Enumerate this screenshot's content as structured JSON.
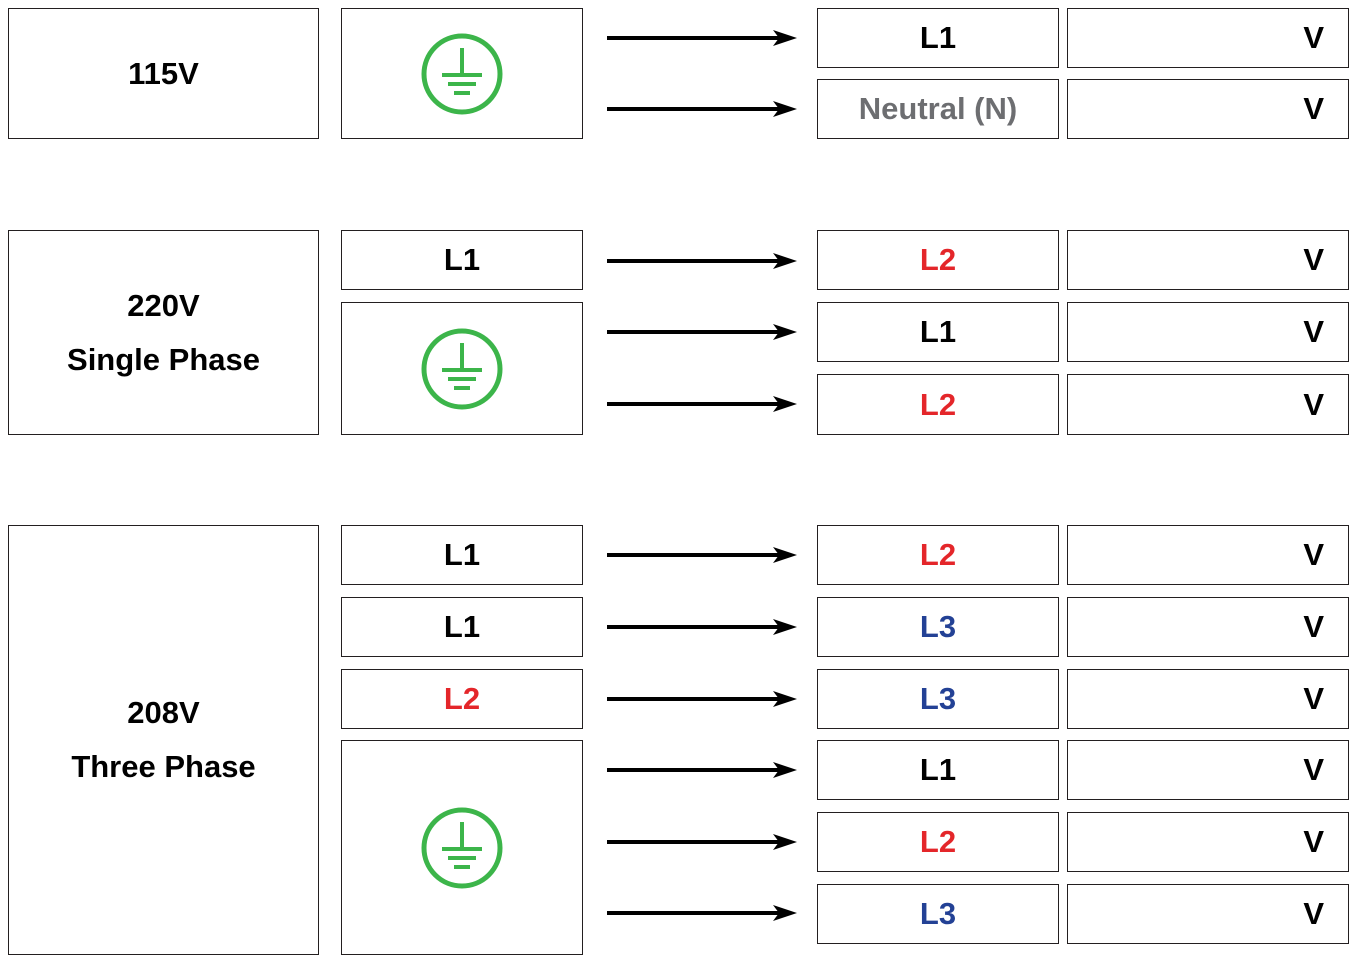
{
  "colors": {
    "L1": "#000000",
    "L2": "#e4262a",
    "L3": "#234195",
    "N": "#6d6e71",
    "ground": "#3cb54a",
    "border": "#231f20"
  },
  "icons": {
    "ground": "ground-symbol-icon",
    "arrow": "right-arrow-icon"
  },
  "sections": [
    {
      "id": "115v",
      "title": "115V",
      "subtitle": "",
      "sources": [
        "ground"
      ],
      "rows": [
        {
          "target": "L1",
          "value": "V"
        },
        {
          "target": "Neutral (N)",
          "value": "V"
        }
      ]
    },
    {
      "id": "220v",
      "title": "220V",
      "subtitle": "Single Phase",
      "sources": [
        "L1",
        "ground"
      ],
      "rows": [
        {
          "target": "L2",
          "value": "V"
        },
        {
          "target": "L1",
          "value": "V"
        },
        {
          "target": "L2",
          "value": "V"
        }
      ]
    },
    {
      "id": "208v",
      "title": "208V",
      "subtitle": "Three Phase",
      "sources": [
        "L1",
        "L1",
        "L2",
        "ground"
      ],
      "rows": [
        {
          "target": "L2",
          "value": "V"
        },
        {
          "target": "L3",
          "value": "V"
        },
        {
          "target": "L3",
          "value": "V"
        },
        {
          "target": "L1",
          "value": "V"
        },
        {
          "target": "L2",
          "value": "V"
        },
        {
          "target": "L3",
          "value": "V"
        }
      ]
    }
  ]
}
